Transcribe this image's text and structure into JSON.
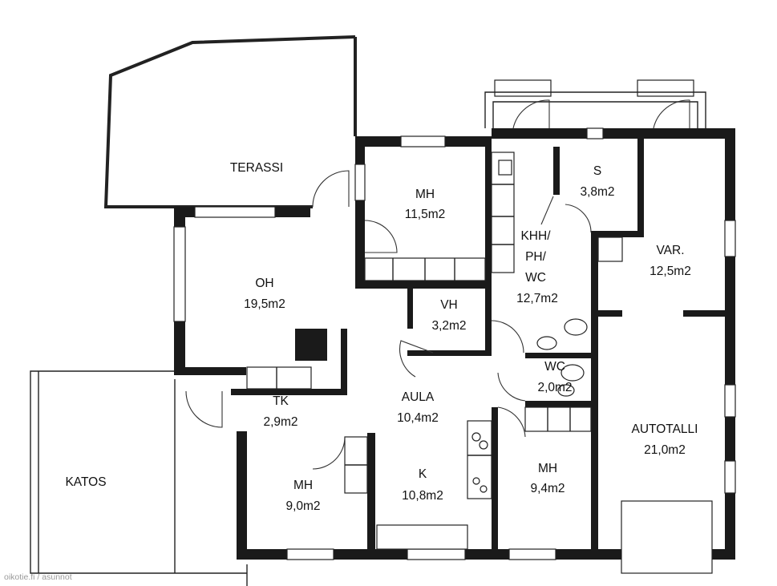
{
  "rooms": {
    "terassi": {
      "name": "TERASSI"
    },
    "mh1": {
      "name": "MH",
      "area": "11,5m2"
    },
    "s": {
      "name": "S",
      "area": "3,8m2"
    },
    "khh": {
      "line1": "KHH/",
      "line2": "PH/",
      "line3": "WC",
      "area": "12,7m2"
    },
    "var": {
      "name": "VAR.",
      "area": "12,5m2"
    },
    "oh": {
      "name": "OH",
      "area": "19,5m2"
    },
    "vh": {
      "name": "VH",
      "area": "3,2m2"
    },
    "wc": {
      "name": "WC",
      "area": "2,0m2"
    },
    "tk": {
      "name": "TK",
      "area": "2,9m2"
    },
    "aula": {
      "name": "AULA",
      "area": "10,4m2"
    },
    "autotalli": {
      "name": "AUTOTALLI",
      "area": "21,0m2"
    },
    "katos": {
      "name": "KATOS"
    },
    "mh2": {
      "name": "MH",
      "area": "9,0m2"
    },
    "k": {
      "name": "K",
      "area": "10,8m2"
    },
    "mh3": {
      "name": "MH",
      "area": "9,4m2"
    }
  },
  "watermark": "oikotie.fi / asunnot",
  "colors": {
    "wall": "#1a1a1a",
    "background": "#ffffff",
    "watermark": "#9a9a9a"
  }
}
